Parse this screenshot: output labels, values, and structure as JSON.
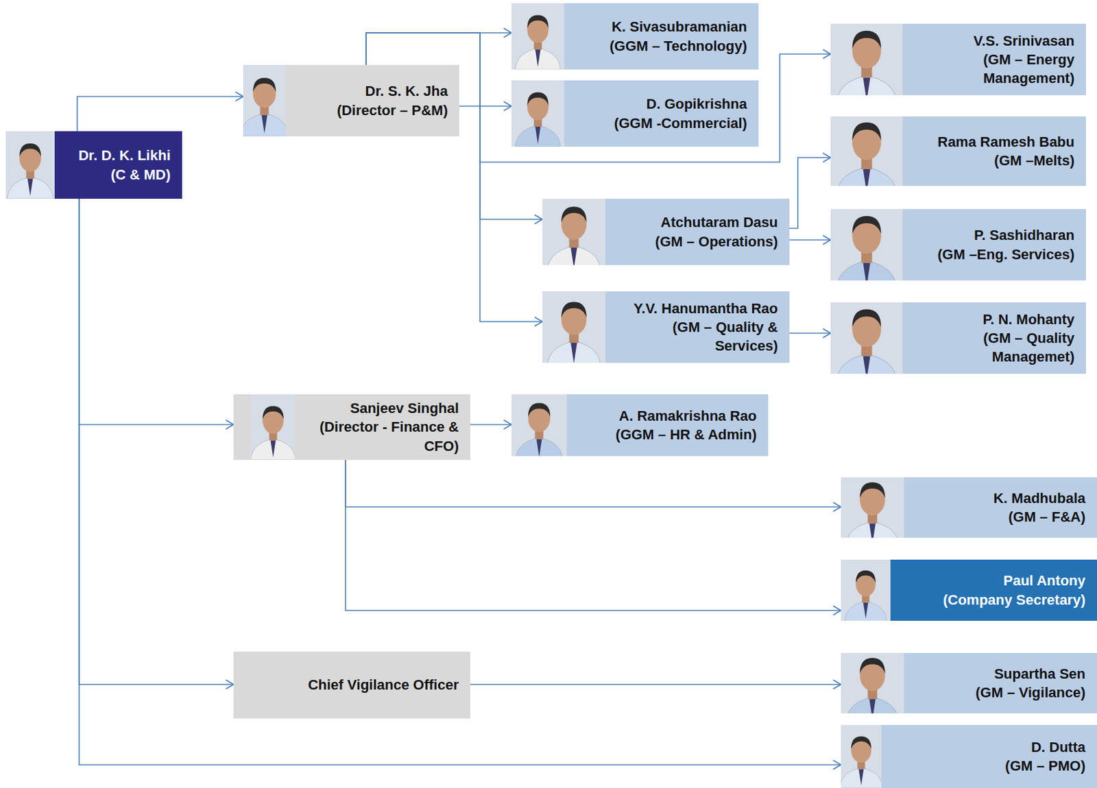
{
  "diagram": {
    "nodes": [
      {
        "text": [
          "Dr. D. K. Likhi",
          "(C & MD)"
        ]
      },
      {
        "text": [
          "Dr. S. K. Jha",
          "(Director – P&M)"
        ]
      },
      {
        "text": [
          "K. Sivasubramanian",
          "(GGM – Technology)"
        ]
      },
      {
        "text": [
          "D. Gopikrishna",
          "(GGM -Commercial)"
        ]
      },
      {
        "text": [
          "V.S. Srinivasan",
          "(GM – Energy Management)"
        ]
      },
      {
        "text": [
          "Rama Ramesh Babu",
          "(GM –Melts)"
        ]
      },
      {
        "text": [
          "Atchutaram Dasu",
          "(GM – Operations)"
        ]
      },
      {
        "text": [
          "P. Sashidharan",
          "(GM –Eng. Services)"
        ]
      },
      {
        "text": [
          "Y.V. Hanumantha Rao",
          "(GM – Quality & Services)"
        ]
      },
      {
        "text": [
          "P. N. Mohanty",
          "(GM – Quality Managemet)"
        ]
      },
      {
        "text": [
          "Sanjeev Singhal",
          "(Director - Finance & CFO)"
        ]
      },
      {
        "text": [
          "A. Ramakrishna Rao",
          "(GGM – HR & Admin)"
        ]
      },
      {
        "text": [
          "K. Madhubala",
          "(GM – F&A)"
        ]
      },
      {
        "text": [
          "Paul Antony",
          "(Company Secretary)"
        ]
      },
      {
        "text": [
          "Chief Vigilance Officer"
        ]
      },
      {
        "text": [
          "Supartha Sen",
          "(GM – Vigilance)"
        ]
      },
      {
        "text": [
          "D. Dutta",
          "(GM – PMO)"
        ]
      }
    ],
    "edges": [
      {
        "from": 0,
        "to": 1,
        "arrow": "to"
      },
      {
        "from": 0,
        "to": 10,
        "arrow": "to"
      },
      {
        "from": 0,
        "to": 14,
        "arrow": "to"
      },
      {
        "from": 0,
        "to": 16,
        "arrow": "to"
      },
      {
        "from": 1,
        "to": 2,
        "arrow": "to"
      },
      {
        "from": 1,
        "to": 3,
        "arrow": "to"
      },
      {
        "from": 1,
        "to": 4,
        "arrow": "to"
      },
      {
        "from": 1,
        "to": 6,
        "arrow": "to"
      },
      {
        "from": 1,
        "to": 8,
        "arrow": "to"
      },
      {
        "from": 6,
        "to": 5,
        "arrow": "to"
      },
      {
        "from": 6,
        "to": 7,
        "arrow": "to"
      },
      {
        "from": 8,
        "to": 9,
        "arrow": "to"
      },
      {
        "from": 10,
        "to": 11,
        "arrow": "to"
      },
      {
        "from": 10,
        "to": 12,
        "arrow": "to"
      },
      {
        "from": 10,
        "to": 13,
        "arrow": "to"
      },
      {
        "from": 14,
        "to": 15,
        "arrow": "to"
      }
    ]
  }
}
